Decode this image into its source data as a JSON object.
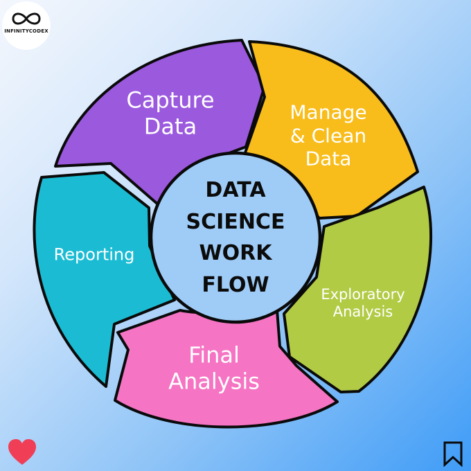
{
  "brand": {
    "name": "INFINITYCODEX",
    "icon": "infinity-icon"
  },
  "center": {
    "lines": [
      "DATA",
      "SCIENCE",
      "WORK",
      "FLOW"
    ]
  },
  "segments": [
    {
      "key": "capture",
      "lines": [
        "Capture",
        "Data"
      ],
      "color": "#9b59de"
    },
    {
      "key": "manage",
      "lines": [
        "Manage",
        "& Clean",
        "Data"
      ],
      "color": "#f8bd1b"
    },
    {
      "key": "exploratory",
      "lines": [
        "Exploratory",
        "Analysis"
      ],
      "color": "#b1cb45"
    },
    {
      "key": "final",
      "lines": [
        "Final",
        "Analysis"
      ],
      "color": "#f574c3"
    },
    {
      "key": "reporting",
      "lines": [
        "Reporting"
      ],
      "color": "#1bbcd3"
    }
  ],
  "colors": {
    "outline": "#0a0a0a",
    "center_fill": "#9fccf7",
    "heart": "#ef3e56",
    "label": "#ffffff"
  },
  "icons": {
    "like": "heart-icon",
    "save": "bookmark-icon"
  }
}
